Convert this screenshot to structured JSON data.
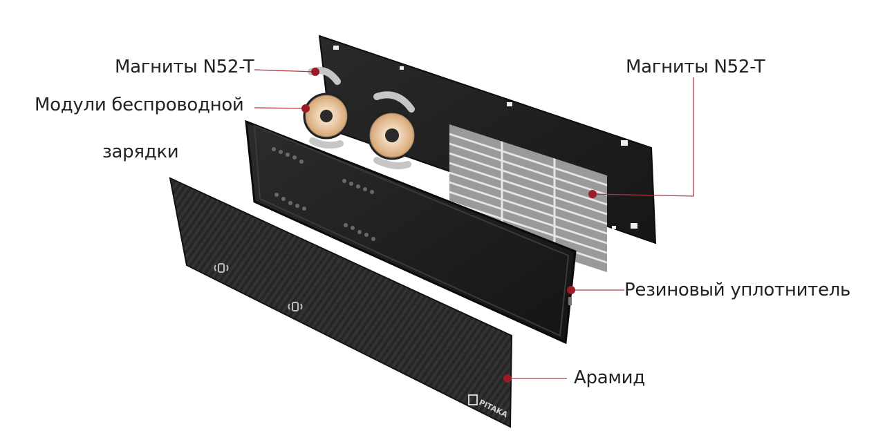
{
  "labels": {
    "magnets_left": "Магниты N52-T",
    "wireless_line1": "Модули беспроводной",
    "wireless_line2": "зарядки",
    "magnets_right": "Магниты N52-T",
    "rubber_seal": "Резиновый уплотнитель",
    "aramid": "Арамид"
  },
  "brand": "PITAKA",
  "colors": {
    "callout": "#9b1c24",
    "panel_dark": "#1f1f1f",
    "carbon": "#2a2a2a",
    "coil_copper": "#e9c9a3",
    "magnet_grey": "#b9b9b9"
  }
}
